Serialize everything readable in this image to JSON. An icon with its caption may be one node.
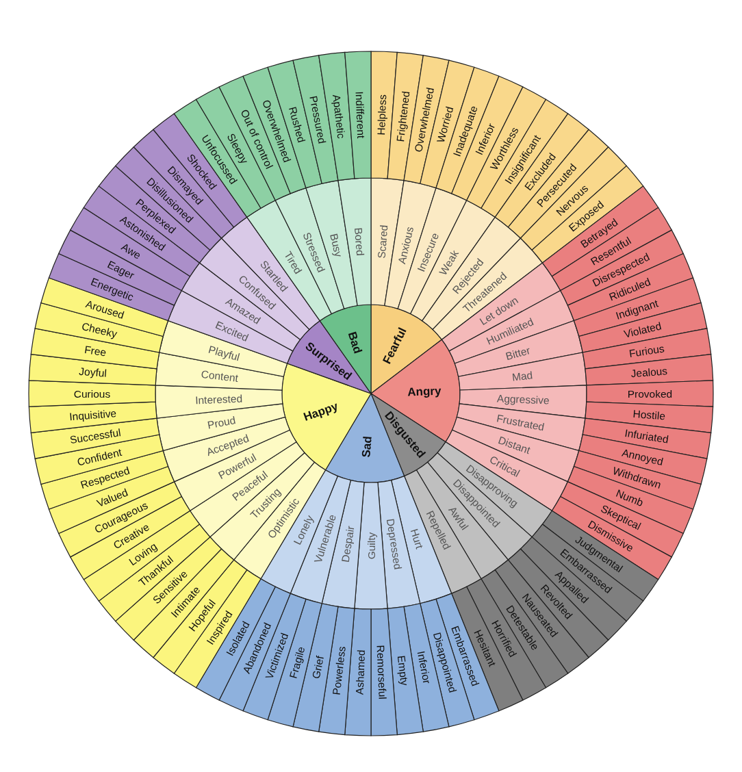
{
  "diagram": {
    "nodes": [
      {
        "text": [
          "Fearful"
        ]
      },
      {
        "text": [
          "Scared"
        ]
      },
      {
        "text": [
          "Helpless"
        ]
      },
      {
        "text": [
          "Frightened"
        ]
      },
      {
        "text": [
          "Anxious"
        ]
      },
      {
        "text": [
          "Overwhelmed"
        ]
      },
      {
        "text": [
          "Worried"
        ]
      },
      {
        "text": [
          "Insecure"
        ]
      },
      {
        "text": [
          "Inadequate"
        ]
      },
      {
        "text": [
          "Inferior"
        ]
      },
      {
        "text": [
          "Weak"
        ]
      },
      {
        "text": [
          "Worthless"
        ]
      },
      {
        "text": [
          "Insignificant"
        ]
      },
      {
        "text": [
          "Rejected"
        ]
      },
      {
        "text": [
          "Excluded"
        ]
      },
      {
        "text": [
          "Persecuted"
        ]
      },
      {
        "text": [
          "Threatened"
        ]
      },
      {
        "text": [
          "Nervous"
        ]
      },
      {
        "text": [
          "Exposed"
        ]
      },
      {
        "text": [
          "Angry"
        ]
      },
      {
        "text": [
          "Let down"
        ]
      },
      {
        "text": [
          "Betrayed"
        ]
      },
      {
        "text": [
          "Resentful"
        ]
      },
      {
        "text": [
          "Humiliated"
        ]
      },
      {
        "text": [
          "Disrespected"
        ]
      },
      {
        "text": [
          "Ridiculed"
        ]
      },
      {
        "text": [
          "Bitter"
        ]
      },
      {
        "text": [
          "Indignant"
        ]
      },
      {
        "text": [
          "Violated"
        ]
      },
      {
        "text": [
          "Mad"
        ]
      },
      {
        "text": [
          "Furious"
        ]
      },
      {
        "text": [
          "Jealous"
        ]
      },
      {
        "text": [
          "Aggressive"
        ]
      },
      {
        "text": [
          "Provoked"
        ]
      },
      {
        "text": [
          "Hostile"
        ]
      },
      {
        "text": [
          "Frustrated"
        ]
      },
      {
        "text": [
          "Infuriated"
        ]
      },
      {
        "text": [
          "Annoyed"
        ]
      },
      {
        "text": [
          "Distant"
        ]
      },
      {
        "text": [
          "Withdrawn"
        ]
      },
      {
        "text": [
          "Numb"
        ]
      },
      {
        "text": [
          "Critical"
        ]
      },
      {
        "text": [
          "Skeptical"
        ]
      },
      {
        "text": [
          "Dismissive"
        ]
      },
      {
        "text": [
          "Disgusted"
        ]
      },
      {
        "text": [
          "Disapproving"
        ]
      },
      {
        "text": [
          "Judgmental"
        ]
      },
      {
        "text": [
          "Embarrassed"
        ]
      },
      {
        "text": [
          "Disappointed"
        ]
      },
      {
        "text": [
          "Appalled"
        ]
      },
      {
        "text": [
          "Revolted"
        ]
      },
      {
        "text": [
          "Awful"
        ]
      },
      {
        "text": [
          "Nauseated"
        ]
      },
      {
        "text": [
          "Detestable"
        ]
      },
      {
        "text": [
          "Repelled"
        ]
      },
      {
        "text": [
          "Horrified"
        ]
      },
      {
        "text": [
          "Hesitant"
        ]
      },
      {
        "text": [
          "Sad"
        ]
      },
      {
        "text": [
          "Hurt"
        ]
      },
      {
        "text": [
          "Embarrassed"
        ]
      },
      {
        "text": [
          "Disappointed"
        ]
      },
      {
        "text": [
          "Depressed"
        ]
      },
      {
        "text": [
          "Inferior"
        ]
      },
      {
        "text": [
          "Empty"
        ]
      },
      {
        "text": [
          "Guilty"
        ]
      },
      {
        "text": [
          "Remorseful"
        ]
      },
      {
        "text": [
          "Ashamed"
        ]
      },
      {
        "text": [
          "Despair"
        ]
      },
      {
        "text": [
          "Powerless"
        ]
      },
      {
        "text": [
          "Grief"
        ]
      },
      {
        "text": [
          "Vulnerable"
        ]
      },
      {
        "text": [
          "Fragile"
        ]
      },
      {
        "text": [
          "Victimized"
        ]
      },
      {
        "text": [
          "Lonely"
        ]
      },
      {
        "text": [
          "Abandoned"
        ]
      },
      {
        "text": [
          "Isolated"
        ]
      },
      {
        "text": [
          "Happy"
        ]
      },
      {
        "text": [
          "Optimistic"
        ]
      },
      {
        "text": [
          "Inspired"
        ]
      },
      {
        "text": [
          "Hopeful"
        ]
      },
      {
        "text": [
          "Trusting"
        ]
      },
      {
        "text": [
          "Intimate"
        ]
      },
      {
        "text": [
          "Sensitive"
        ]
      },
      {
        "text": [
          "Peaceful"
        ]
      },
      {
        "text": [
          "Thankful"
        ]
      },
      {
        "text": [
          "Loving"
        ]
      },
      {
        "text": [
          "Powerful"
        ]
      },
      {
        "text": [
          "Creative"
        ]
      },
      {
        "text": [
          "Courageous"
        ]
      },
      {
        "text": [
          "Accepted"
        ]
      },
      {
        "text": [
          "Valued"
        ]
      },
      {
        "text": [
          "Respected"
        ]
      },
      {
        "text": [
          "Proud"
        ]
      },
      {
        "text": [
          "Confident"
        ]
      },
      {
        "text": [
          "Successful"
        ]
      },
      {
        "text": [
          "Interested"
        ]
      },
      {
        "text": [
          "Inquisitive"
        ]
      },
      {
        "text": [
          "Curious"
        ]
      },
      {
        "text": [
          "Content"
        ]
      },
      {
        "text": [
          "Joyful"
        ]
      },
      {
        "text": [
          "Free"
        ]
      },
      {
        "text": [
          "Playful"
        ]
      },
      {
        "text": [
          "Cheeky"
        ]
      },
      {
        "text": [
          "Aroused"
        ]
      },
      {
        "text": [
          "Surprised"
        ]
      },
      {
        "text": [
          "Excited"
        ]
      },
      {
        "text": [
          "Energetic"
        ]
      },
      {
        "text": [
          "Eager"
        ]
      },
      {
        "text": [
          "Amazed"
        ]
      },
      {
        "text": [
          "Awe"
        ]
      },
      {
        "text": [
          "Astonished"
        ]
      },
      {
        "text": [
          "Confused"
        ]
      },
      {
        "text": [
          "Perplexed"
        ]
      },
      {
        "text": [
          "Disillusioned"
        ]
      },
      {
        "text": [
          "Startled"
        ]
      },
      {
        "text": [
          "Dismayed"
        ]
      },
      {
        "text": [
          "Shocked"
        ]
      },
      {
        "text": [
          "Bad"
        ]
      },
      {
        "text": [
          "Tired"
        ]
      },
      {
        "text": [
          "Unfocussed"
        ]
      },
      {
        "text": [
          "Sleepy"
        ]
      },
      {
        "text": [
          "Stressed"
        ]
      },
      {
        "text": [
          "Out of control"
        ]
      },
      {
        "text": [
          "Overwhelmed"
        ]
      },
      {
        "text": [
          "Busy"
        ]
      },
      {
        "text": [
          "Rushed"
        ]
      },
      {
        "text": [
          "Pressured"
        ]
      },
      {
        "text": [
          "Bored"
        ]
      },
      {
        "text": [
          "Apathetic"
        ]
      },
      {
        "text": [
          "Indifferent"
        ]
      }
    ]
  }
}
